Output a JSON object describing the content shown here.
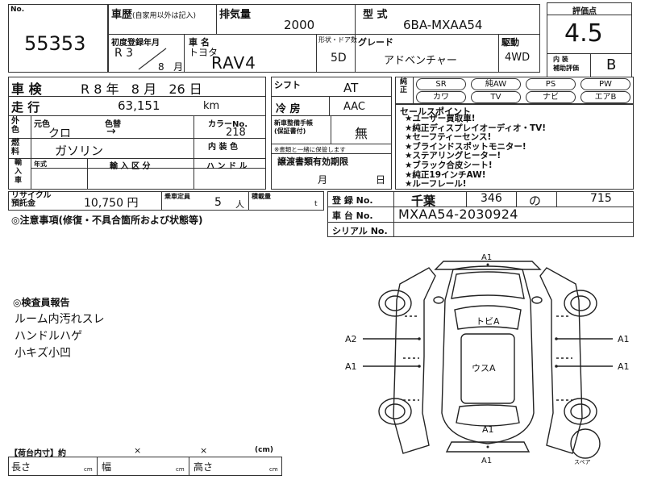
{
  "lot": {
    "label": "No.",
    "number": "55353"
  },
  "history": {
    "label": "車歴",
    "note": "(自家用以外は記入)"
  },
  "engine": {
    "label": "排気量",
    "value": "2000"
  },
  "model": {
    "label": "型 式",
    "value": "6BA-MXAA54"
  },
  "rating": {
    "label": "評価点",
    "value": "4.5",
    "interior_label": "内 装\n補助評価",
    "interior_value": "B"
  },
  "first_reg": {
    "label": "初度登録年月",
    "era": "R 3",
    "month": "8",
    "month_unit": "月"
  },
  "car_name": {
    "label": "車 名",
    "maker": "トヨタ",
    "name": "RAV4"
  },
  "doors": {
    "label": "形状・ドア数",
    "value": "5D"
  },
  "grade": {
    "label": "グレード",
    "value": "アドベンチャー"
  },
  "drive": {
    "label": "駆動",
    "value": "4WD"
  },
  "inspection": {
    "label": "車 検",
    "era": "R",
    "year": "8",
    "year_unit": "年",
    "month": "8",
    "month_unit": "月",
    "day": "26",
    "day_unit": "日"
  },
  "shift": {
    "label": "シフト",
    "value": "AT"
  },
  "mileage": {
    "label": "走 行",
    "value": "63,151",
    "unit": "km"
  },
  "aircon": {
    "label": "冷 房",
    "value": "AAC"
  },
  "color": {
    "orig_label": "外 色",
    "orig_sub": "元色",
    "change_label": "色替",
    "orig_value": "クロ",
    "arrow": "→",
    "code_label": "カラーNo.",
    "code_value": "218"
  },
  "manual": {
    "label": "新車整備手帳\n(保証書付)",
    "value": "無",
    "note": "※書類と一緒に保管します"
  },
  "fuel": {
    "label": "燃 料",
    "value": "ガソリン",
    "interior_color_label": "内 装 色"
  },
  "import": {
    "label": "輸\n入\n車",
    "year_label": "年式",
    "category_label": "輸 入 区 分",
    "handle_label": "ハ ン ド ル"
  },
  "docs": {
    "label": "譲渡書類有効期限",
    "month_unit": "月",
    "day_unit": "日"
  },
  "recycle": {
    "label": "リサイクル\n預託金",
    "value": "10,750",
    "unit": "円"
  },
  "capacity": {
    "label": "乗車定員",
    "value": "5",
    "unit": "人"
  },
  "load": {
    "label": "積載量",
    "unit": "t"
  },
  "registration": {
    "label": "登 録 No.",
    "region": "千葉",
    "class": "346",
    "kana": "の",
    "number": "715"
  },
  "chassis": {
    "label": "車 台 No.",
    "value": "MXAA54-2030924"
  },
  "serial": {
    "label": "シリアル No."
  },
  "equipment": [
    {
      "name": "SR",
      "circled": false
    },
    {
      "name": "純AW",
      "circled": true
    },
    {
      "name": "PS",
      "circled": true
    },
    {
      "name": "PW",
      "circled": true
    },
    {
      "name": "カワ",
      "circled": false
    },
    {
      "name": "TV",
      "circled": true
    },
    {
      "name": "ナビ",
      "circled": true
    },
    {
      "name": "エアB",
      "circled": true
    }
  ],
  "equip_side_label": "純 正",
  "sales_points": {
    "title": "セールスポイント",
    "items": [
      "★ユーザー買取車!",
      "★純正ディスプレイオーディオ・TV!",
      "★セーフティーセンス!",
      "★ブラインドスポットモニター!",
      "★ステアリングヒーター!",
      "★ブラック合皮シート!",
      "★純正19インチAW!",
      "★ルーフレール!"
    ]
  },
  "notes": {
    "label": "◎注意事項(修復・不具合箇所および状態等)"
  },
  "inspector": {
    "title": "◎検査員報告",
    "lines": [
      "ルーム内汚れスレ",
      "ハンドルハゲ",
      "小キズ小凹"
    ]
  },
  "diagram": {
    "front_top": "A1",
    "left_upper": "A2",
    "left_lower": "A1",
    "right_upper": "A1",
    "right_lower": "A1",
    "windshield": "トビA",
    "roof": "ウスA",
    "rear": "A1",
    "bottom": "A1",
    "spare": "スペア"
  },
  "cargo": {
    "label": "【荷台内寸】約",
    "x1": "×",
    "x2": "×",
    "unit": "(cm)",
    "length_label": "長さ",
    "width_label": "幅",
    "height_label": "高さ",
    "cm": "cm"
  }
}
